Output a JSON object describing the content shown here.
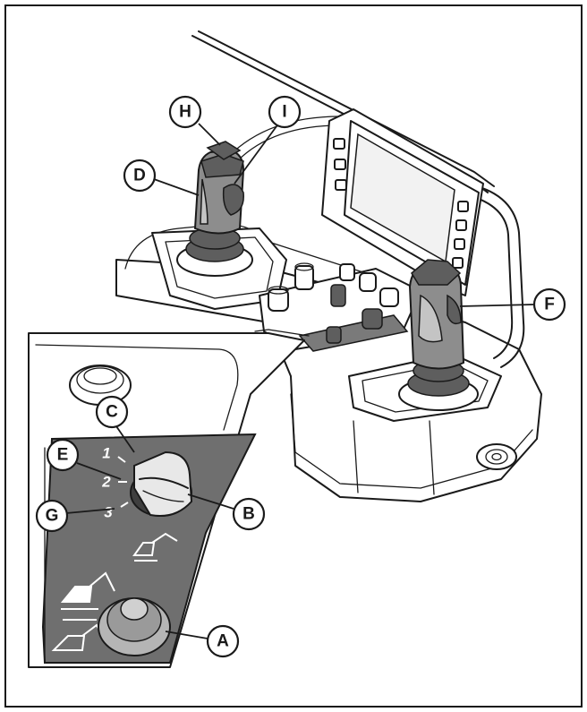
{
  "callouts": {
    "A": "A",
    "B": "B",
    "C": "C",
    "D": "D",
    "E": "E",
    "F": "F",
    "G": "G",
    "H": "H",
    "I": "I"
  },
  "positions": {
    "p1": "1",
    "p2": "2",
    "p3": "3"
  },
  "colors": {
    "panel_grey": "#6f6f6f",
    "grip_grey": "#8d8d8d",
    "line": "#1a1a1a"
  }
}
